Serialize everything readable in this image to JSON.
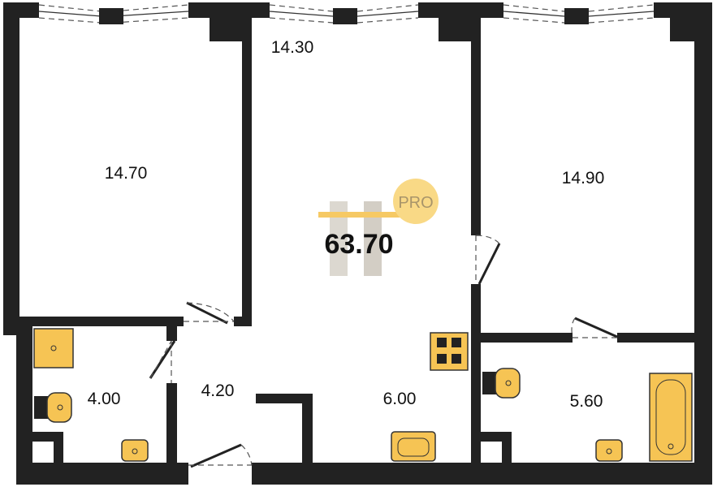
{
  "plan": {
    "total_area": "63.70",
    "badge": "PRO",
    "rooms": [
      {
        "name": "bedroom-left",
        "area": "14.70"
      },
      {
        "name": "living-room",
        "area": "14.30"
      },
      {
        "name": "bedroom-right",
        "area": "14.90"
      },
      {
        "name": "bathroom-left",
        "area": "4.00"
      },
      {
        "name": "hallway",
        "area": "4.20"
      },
      {
        "name": "kitchen",
        "area": "6.00"
      },
      {
        "name": "bathroom-right",
        "area": "5.60"
      }
    ]
  },
  "colors": {
    "wall": "#222222",
    "fixture": "#f6c454",
    "accent": "#f6c454"
  }
}
